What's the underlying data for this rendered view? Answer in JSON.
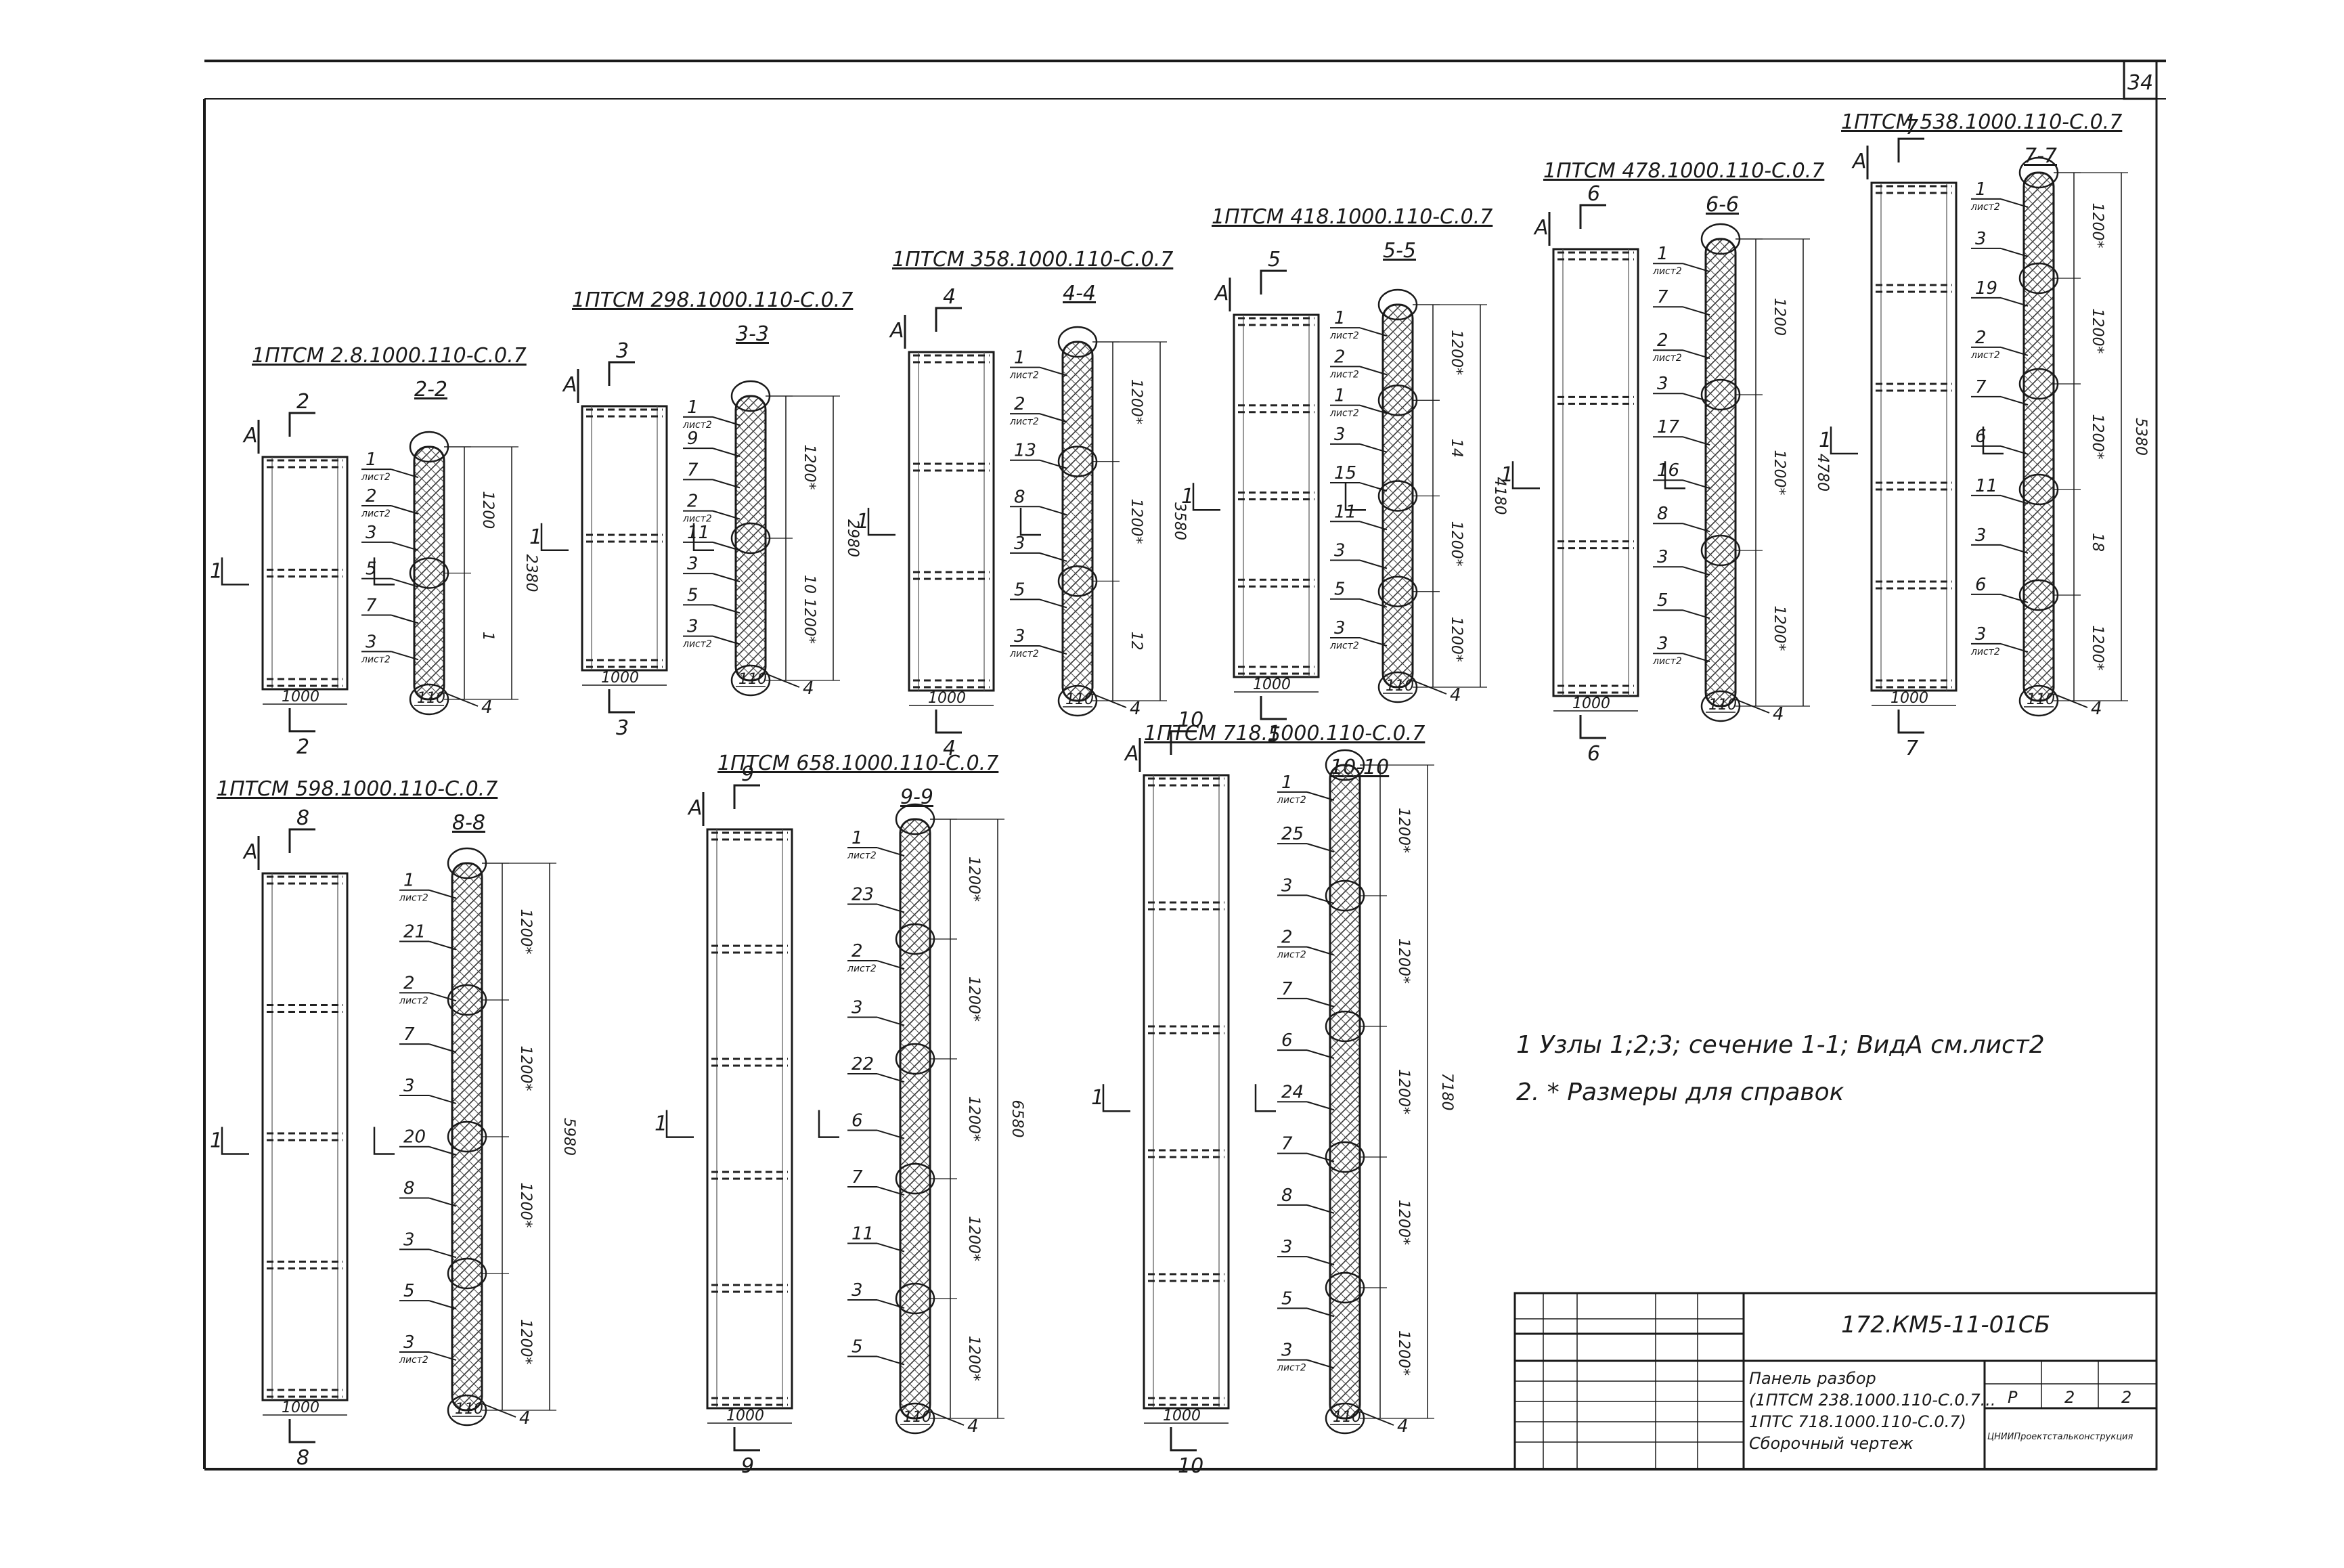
{
  "sheet": {
    "number": "34",
    "notes": [
      "1 Узлы 1;2;3; сечение 1-1; ВидА см.лист2",
      "2. * Размеры для справок"
    ]
  },
  "common": {
    "view_a": "A",
    "width_label": "1000",
    "thickness_label": "110",
    "section_mark": "1",
    "sheet_abbr": "лист2"
  },
  "panels": [
    {
      "title": "1ПТСМ 2.8.1000.110-С.0.7",
      "cut": "2",
      "section": "2-2",
      "dims": [
        "1200",
        "1"
      ],
      "total": "2380",
      "callouts": [
        "1",
        "2",
        "3",
        "5",
        "7",
        "3",
        "4"
      ]
    },
    {
      "title": "1ПТСМ 298.1000.110-С.0.7",
      "cut": "3",
      "section": "3-3",
      "dims": [
        "1200*",
        "10 1200*"
      ],
      "total": "2980",
      "callouts": [
        "1",
        "9",
        "7",
        "2",
        "11",
        "3",
        "5",
        "3",
        "4"
      ]
    },
    {
      "title": "1ПТСМ 358.1000.110-С.0.7",
      "cut": "4",
      "section": "4-4",
      "dims": [
        "1200*",
        "1200*",
        "12"
      ],
      "total": "3580",
      "callouts": [
        "1",
        "2",
        "13",
        "8",
        "3",
        "5",
        "3",
        "4"
      ]
    },
    {
      "title": "1ПТСМ 418.1000.110-С.0.7",
      "cut": "5",
      "section": "5-5",
      "dims": [
        "1200*",
        "14",
        "1200*",
        "1200*"
      ],
      "total": "4180",
      "callouts": [
        "1",
        "2",
        "1",
        "3",
        "15",
        "11",
        "3",
        "5",
        "3",
        "4"
      ]
    },
    {
      "title": "1ПТСМ 478.1000.110-С.0.7",
      "cut": "6",
      "section": "6-6",
      "dims": [
        "1200",
        "1200*",
        "1200*"
      ],
      "total": "4780",
      "callouts": [
        "1",
        "7",
        "2",
        "3",
        "17",
        "16",
        "8",
        "3",
        "5",
        "3",
        "4"
      ]
    },
    {
      "title": "1ПТСМ 538.1000.110-С.0.7",
      "cut": "7",
      "section": "7-7",
      "dims": [
        "1200*",
        "1200*",
        "1200*",
        "18",
        "1200*"
      ],
      "total": "5380",
      "callouts": [
        "1",
        "3",
        "19",
        "2",
        "7",
        "6",
        "11",
        "3",
        "6",
        "3",
        "4"
      ]
    },
    {
      "title": "1ПТСМ 598.1000.110-С.0.7",
      "cut": "8",
      "section": "8-8",
      "dims": [
        "1200*",
        "1200*",
        "1200*",
        "1200*"
      ],
      "total": "5980",
      "callouts": [
        "1",
        "21",
        "2",
        "7",
        "3",
        "20",
        "8",
        "3",
        "5",
        "3",
        "4"
      ]
    },
    {
      "title": "1ПТСМ 658.1000.110-С.0.7",
      "cut": "9",
      "section": "9-9",
      "dims": [
        "1200*",
        "1200*",
        "1200*",
        "1200*",
        "1200*"
      ],
      "total": "6580",
      "callouts": [
        "1",
        "23",
        "2",
        "3",
        "22",
        "6",
        "7",
        "11",
        "3",
        "5",
        "4"
      ]
    },
    {
      "title": "1ПТСМ 718.1000.110-С.0.7",
      "cut": "10",
      "section": "10-10",
      "dims": [
        "1200*",
        "1200*",
        "1200*",
        "1200*",
        "1200*"
      ],
      "total": "7180",
      "callouts": [
        "1",
        "25",
        "3",
        "2",
        "7",
        "6",
        "24",
        "7",
        "8",
        "3",
        "5",
        "3",
        "4"
      ]
    }
  ],
  "title_block": {
    "code": "172.КМ5-11-01СБ",
    "description": [
      "Панель разбор",
      "(1ПТСМ 238.1000.110-С.0.7...",
      "1ПТС 718.1000.110-С.0.7)",
      "Сборочный чертеж"
    ],
    "stage_values": [
      "Р",
      "2",
      "2"
    ],
    "org": "ЦНИИПроектстальконструкция"
  }
}
